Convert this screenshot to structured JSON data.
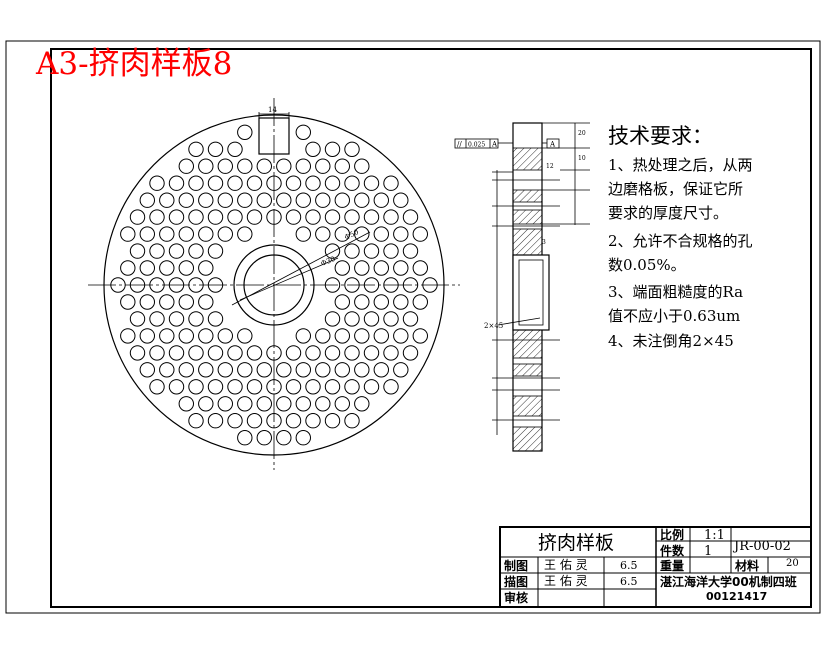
{
  "sheet": {
    "header_label": "A3-挤肉样板8",
    "header_color": "#ff0000"
  },
  "front_view": {
    "slot_dim": "14",
    "hub_dim_outer": "Φ50",
    "hub_dim_inner": "Φ30"
  },
  "section_view": {
    "tol_symbol": "//",
    "tol_value": "0.025",
    "tol_datum": "A",
    "datum_box": "A",
    "chamfer_label": "2×45",
    "dims": [
      "20",
      "10",
      "3",
      "12"
    ]
  },
  "notes": {
    "title": "技术要求：",
    "lines": [
      "1、热处理之后，从两",
      "边磨格板，保证它所",
      "要求的厚度尺寸。",
      "2、允许不合规格的孔",
      "数0.05%。",
      "3、端面粗糙度的Ra",
      "值不应小于0.63um",
      "4、未注倒角2×45"
    ]
  },
  "title_block": {
    "part_name": "挤肉样板",
    "scale_label": "比例",
    "scale_value": "1:1",
    "qty_label": "件数",
    "qty_value": "1",
    "drawing_no": "JR-00-02",
    "weight_label": "重量",
    "material_label": "材料",
    "material_value": "20",
    "drawn_label": "制图",
    "drawn_name": "王 佑 灵",
    "drawn_date": "6.5",
    "traced_label": "描图",
    "traced_name": "王 佑 灵",
    "traced_date": "6.5",
    "checked_label": "审核",
    "school": "湛江海洋大学00机制四班",
    "student_id": "00121417"
  }
}
